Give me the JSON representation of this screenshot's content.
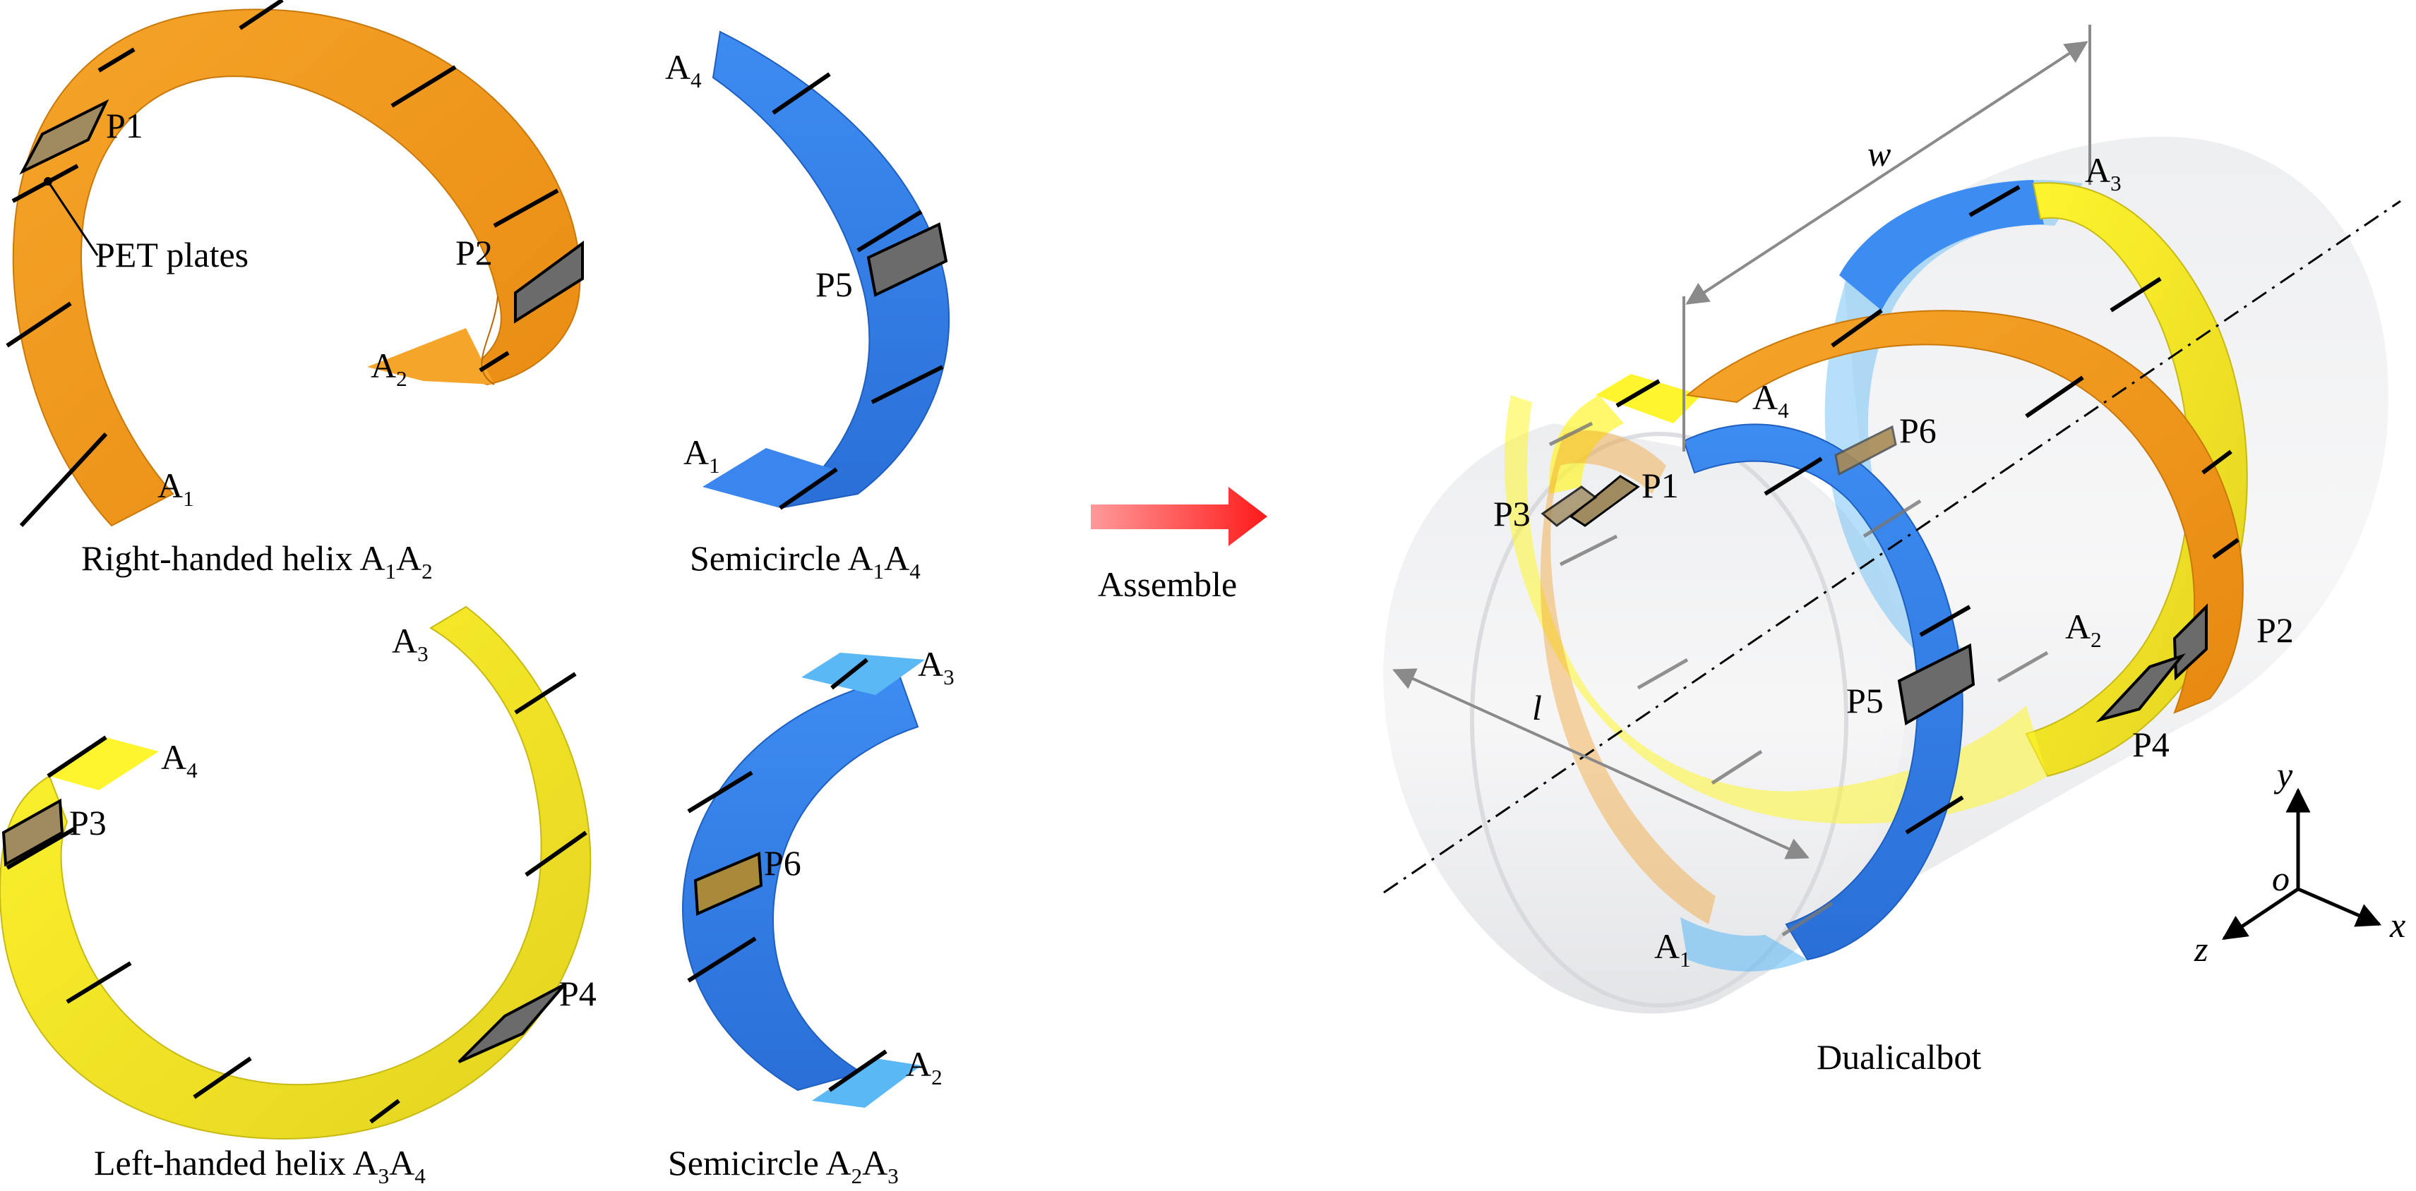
{
  "colors": {
    "orange": "#F29C1F",
    "orange_dark": "#D9800A",
    "blue": "#2F7CE8",
    "blue_light": "#5AB8F5",
    "yellow": "#FFF02A",
    "yellow_dark": "#DDD11E",
    "plate": "#6B6B6B",
    "plate_tan": "#A88A55",
    "cylinder": "#E9EAEC",
    "arrow": "#FF2020",
    "dim": "#8A8A8A"
  },
  "parts": {
    "right_helix": {
      "caption_prefix": "Right-handed helix A",
      "end_a": "A",
      "sub_1": "1",
      "sub_2": "2",
      "mid": "A",
      "p1": "P1",
      "p2": "P2",
      "pet": "PET plates"
    },
    "semicircle_14": {
      "caption_prefix": "Semicircle A",
      "mid": "A",
      "sub_1": "1",
      "sub_2": "4",
      "p5": "P5",
      "end_top": "A",
      "end_top_sub": "4",
      "end_bot": "A",
      "end_bot_sub": "1"
    },
    "left_helix": {
      "caption_prefix": "Left-handed helix A",
      "mid": "A",
      "sub_1": "3",
      "sub_2": "4",
      "p3": "P3",
      "p4": "P4",
      "end_top": "A",
      "end_top_sub": "3",
      "end_left": "A",
      "end_left_sub": "4"
    },
    "semicircle_23": {
      "caption_prefix": "Semicircle A",
      "mid": "A",
      "sub_1": "2",
      "sub_2": "3",
      "p6": "P6",
      "end_top": "A",
      "end_top_sub": "3",
      "end_bot": "A",
      "end_bot_sub": "2"
    }
  },
  "assemble_label": "Assemble",
  "assembly": {
    "caption": "Dualicalbot",
    "w": "w",
    "l": "l",
    "labels": {
      "A3": "A",
      "A3_sub": "3",
      "A4": "A",
      "A4_sub": "4",
      "A2": "A",
      "A2_sub": "2",
      "A1": "A",
      "A1_sub": "1",
      "P1": "P1",
      "P2": "P2",
      "P3": "P3",
      "P4": "P4",
      "P5": "P5",
      "P6": "P6"
    },
    "axes": {
      "x": "x",
      "y": "y",
      "z": "z",
      "o": "o"
    }
  }
}
